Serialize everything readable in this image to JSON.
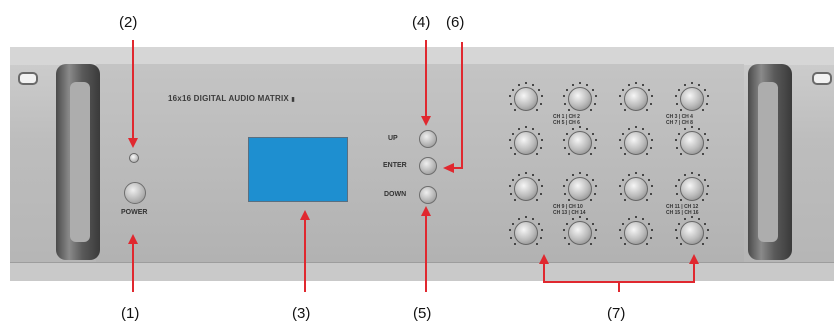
{
  "device": {
    "model_label": "16x16 DIGITAL AUDIO MATRIX",
    "power_label": "POWER",
    "buttons": {
      "up": "UP",
      "enter": "ENTER",
      "down": "DOWN"
    },
    "channel_groups": [
      "CH 1 | CH 2",
      "CH 5 | CH 6",
      "CH 3 | CH 4",
      "CH 7 | CH 8",
      "CH 9 | CH 10",
      "CH 13 | CH 14",
      "CH 11 | CH 12",
      "CH 15 | CH 16"
    ]
  },
  "callouts": {
    "c1": "(1)",
    "c2": "(2)",
    "c3": "(3)",
    "c4": "(4)",
    "c5": "(5)",
    "c6": "(6)",
    "c7": "(7)"
  },
  "colors": {
    "lcd": "#1e8fd0",
    "arrow": "#e0282f",
    "chassis": "#bdbdbd"
  }
}
